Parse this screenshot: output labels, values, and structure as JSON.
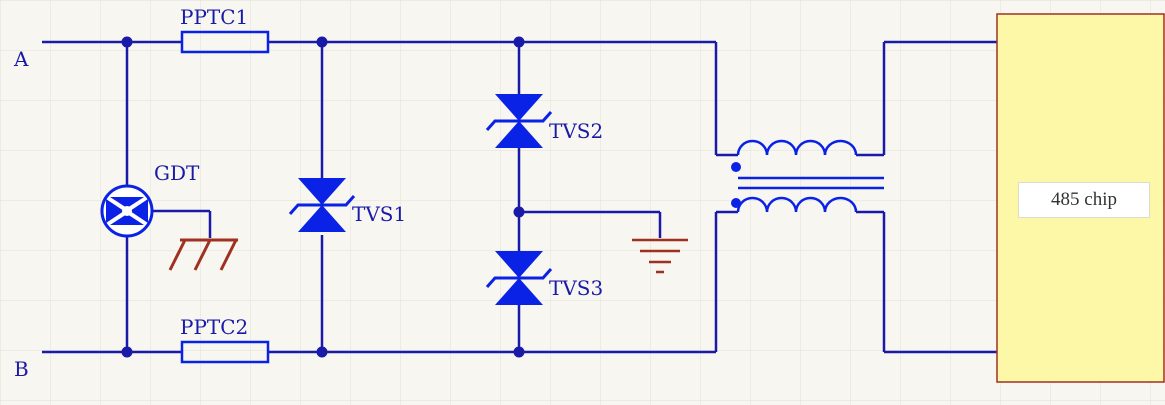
{
  "terminals": {
    "a": "A",
    "b": "B"
  },
  "components": {
    "pptc1": "PPTC1",
    "pptc2": "PPTC2",
    "gdt": "GDT",
    "tvs1": "TVS1",
    "tvs2": "TVS2",
    "tvs3": "TVS3"
  },
  "chip": {
    "label": "485 chip",
    "fill": "#fdf8a8"
  },
  "colors": {
    "wire": "#1a1aa8",
    "component": "#0a22e6",
    "ground": "#a03020",
    "grid": "#e3e2d8",
    "background": "#f7f6f0"
  }
}
